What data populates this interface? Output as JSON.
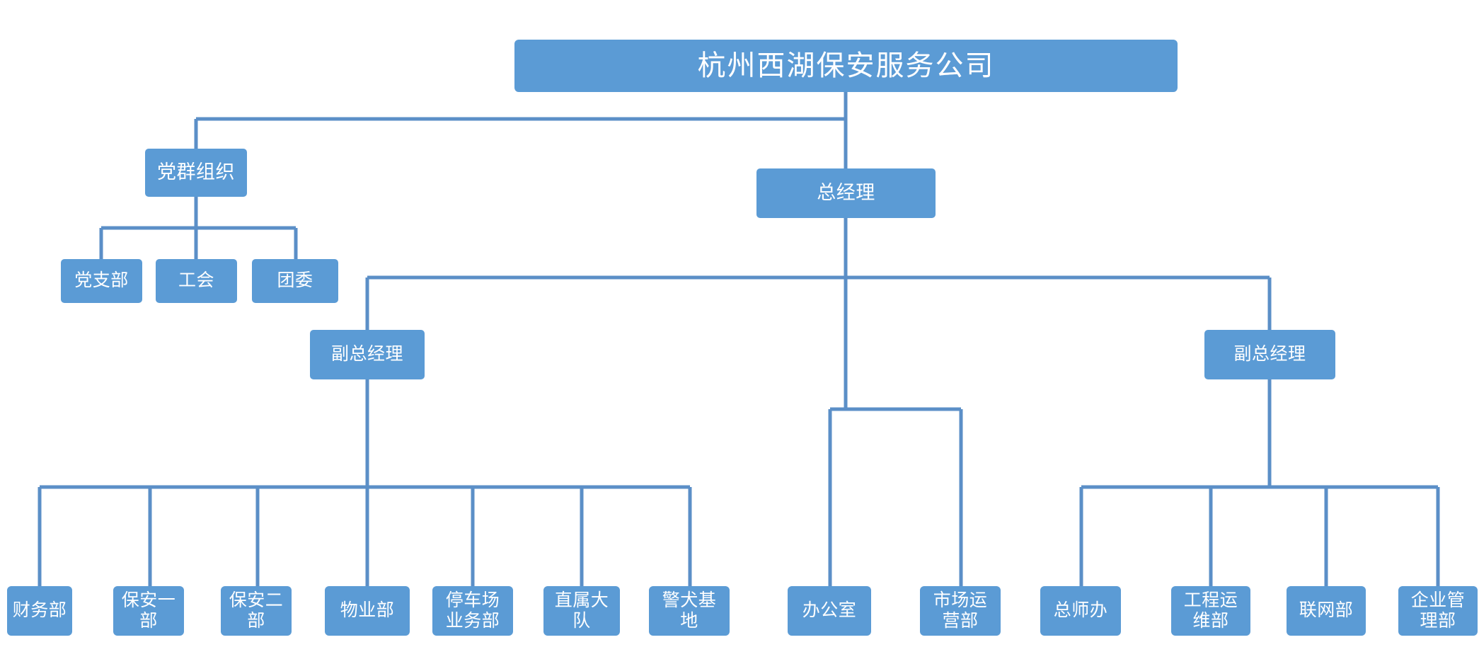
{
  "diagram": {
    "type": "org-chart",
    "title": "杭州西湖保安服务公司",
    "colors": {
      "node_fill": "#5B9BD5",
      "node_text": "#FFFFFF",
      "connector": "#5B8FC7",
      "background": "#FFFFFF"
    },
    "nodes": {
      "root": {
        "label": "杭州西湖保安服务公司"
      },
      "party_group": {
        "label": "党群组织"
      },
      "general_manager": {
        "label": "总经理"
      },
      "party_branch": {
        "label": "党支部"
      },
      "labor_union": {
        "label": "工会"
      },
      "youth_league": {
        "label": "团委"
      },
      "deputy_gm_left": {
        "label": "副总经理"
      },
      "deputy_gm_right": {
        "label": "副总经理"
      },
      "finance": {
        "label": "财务部"
      },
      "security_one": {
        "label": "保安一\n部"
      },
      "security_two": {
        "label": "保安二\n部"
      },
      "property": {
        "label": "物业部"
      },
      "parking": {
        "label": "停车场\n业务部"
      },
      "direct_brigade": {
        "label": "直属大\n队"
      },
      "police_dog_base": {
        "label": "警犬基\n地"
      },
      "office": {
        "label": "办公室"
      },
      "market_ops": {
        "label": "市场运\n营部"
      },
      "chief_engineer_office": {
        "label": "总师办"
      },
      "engineering_ops": {
        "label": "工程运\n维部"
      },
      "networking": {
        "label": "联网部"
      },
      "enterprise_mgmt": {
        "label": "企业管\n理部"
      }
    },
    "hierarchy": {
      "root_children": [
        "party_group",
        "general_manager"
      ],
      "party_group_children": [
        "party_branch",
        "labor_union",
        "youth_league"
      ],
      "general_manager_children": [
        "deputy_gm_left",
        "office",
        "market_ops",
        "deputy_gm_right"
      ],
      "deputy_gm_left_children": [
        "finance",
        "security_one",
        "security_two",
        "property",
        "parking",
        "direct_brigade",
        "police_dog_base"
      ],
      "deputy_gm_right_children": [
        "chief_engineer_office",
        "engineering_ops",
        "networking",
        "enterprise_mgmt"
      ]
    }
  }
}
